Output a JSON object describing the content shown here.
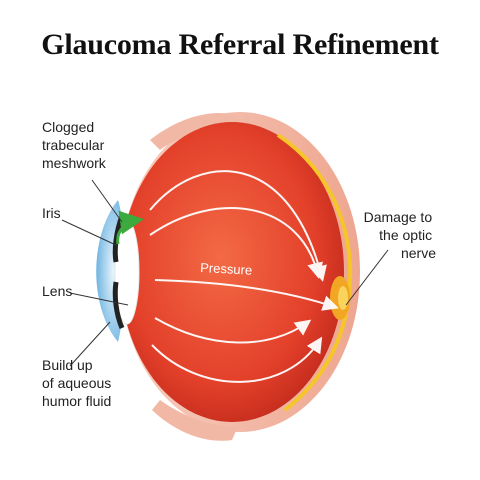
{
  "title": "Glaucoma Referral Refinement",
  "labels": {
    "clogged": [
      "Clogged",
      "trabecular",
      "meshwork"
    ],
    "iris": [
      "Iris"
    ],
    "lens": [
      "Lens"
    ],
    "buildup": [
      "Build up",
      "of aqueous",
      "humor fluid"
    ],
    "damage": [
      "Damage to",
      "the optic",
      "nerve"
    ],
    "pressure": "Pressure"
  },
  "colors": {
    "eyeball_red": "#e8402a",
    "sclera_edge": "#f3b9a8",
    "retina_yellow": "#f6c52a",
    "optic_nerve": "#f2a623",
    "trabecular_green": "#3caa3c",
    "cornea_blue": "#9fd0ee",
    "arrow_white": "#ffffff"
  },
  "icons": [
    "eye-cross-section"
  ]
}
